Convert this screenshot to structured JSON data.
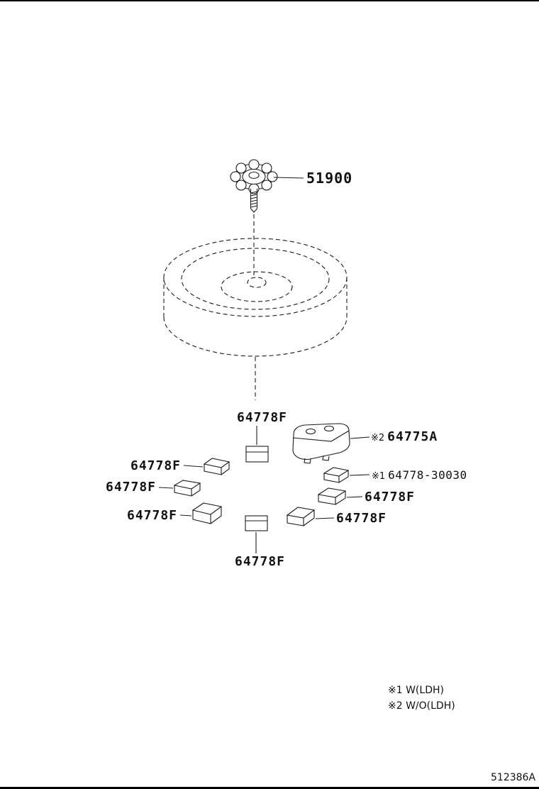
{
  "meta": {
    "doc_number": "512386A",
    "colors": {
      "ink": "#1c1c1c",
      "background": "#ffffff"
    }
  },
  "labels": {
    "nut": "51900",
    "pad_top": "64778F",
    "block_prefix": "※2",
    "block_number": "64775A",
    "sub_prefix": "※1",
    "sub_number": "64778-30030",
    "pad_left_1": "64778F",
    "pad_left_2": "64778F",
    "pad_left_3": "64778F",
    "pad_right_b": "64778F",
    "pad_right_c": "64778F",
    "pad_bottom": "64778F"
  },
  "footnotes": {
    "note1": "※1 W(LDH)",
    "note2": "※2 W/O(LDH)"
  }
}
